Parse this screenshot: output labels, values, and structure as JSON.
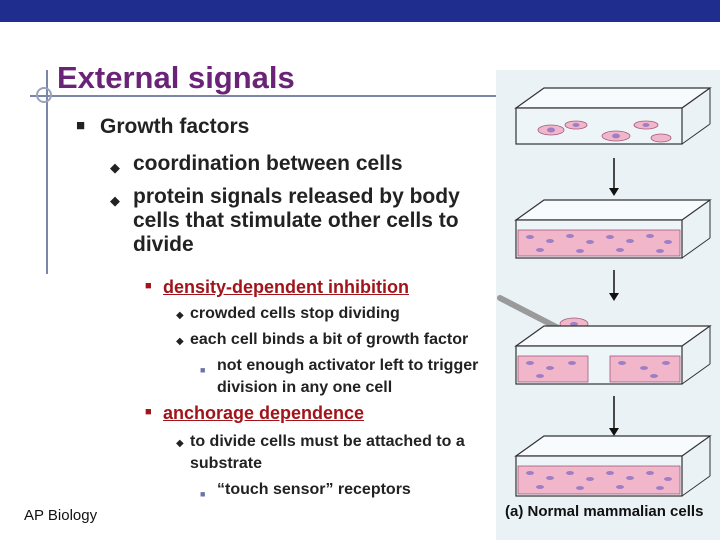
{
  "slide": {
    "title": "External signals",
    "footer": "AP Biology"
  },
  "bullets": {
    "level1": "Growth factors",
    "level2": [
      "coordination between cells",
      "protein signals released by body cells that stimulate other cells to divide"
    ],
    "density": {
      "heading": "density-dependent inhibition",
      "items": [
        "crowded cells stop dividing",
        "each cell binds a bit of growth factor"
      ],
      "sub": "not enough activator left to trigger division in any one cell"
    },
    "anchorage": {
      "heading": "anchorage dependence",
      "item": "to divide cells must be attached to a substrate",
      "sub": "“touch sensor” receptors"
    }
  },
  "figure": {
    "caption": "(a) Normal mammalian cells"
  },
  "colors": {
    "top_bar": "#1f2d8f",
    "title": "#6b2378",
    "link": "#a0141a",
    "cell_fill": "#f2b6cb",
    "cell_nucleus": "#9f7fc4",
    "dish": "#eaf2f6"
  }
}
